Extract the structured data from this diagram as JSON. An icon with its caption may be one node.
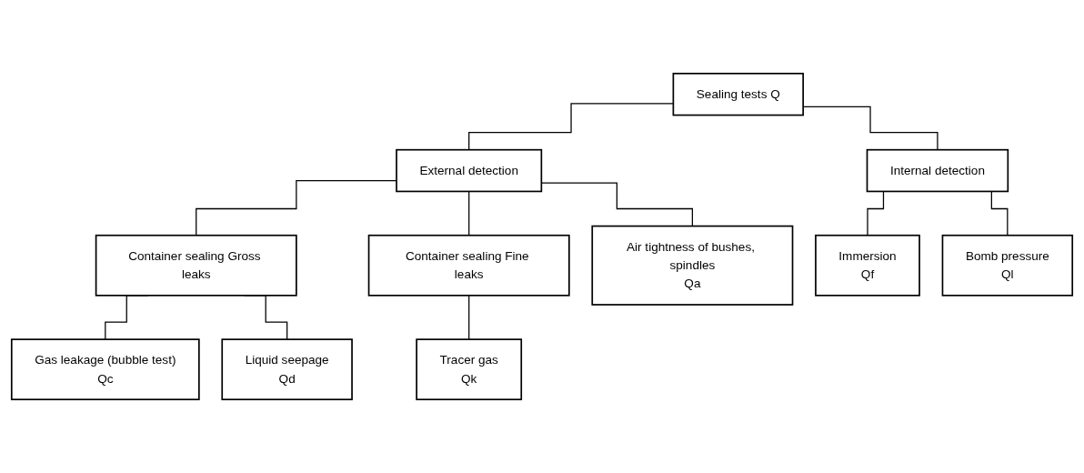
{
  "diagram": {
    "nodes": [
      {
        "text": [
          "Sealing tests Q"
        ]
      },
      {
        "text": [
          "External detection"
        ]
      },
      {
        "text": [
          "Internal detection"
        ]
      },
      {
        "text": [
          "Container sealing Gross leaks"
        ]
      },
      {
        "text": [
          "Container sealing Fine leaks"
        ]
      },
      {
        "text": [
          "Air tightness of bushes, spindles",
          "Qa"
        ]
      },
      {
        "text": [
          "Gas leakage (bubble test)",
          "Qc"
        ]
      },
      {
        "text": [
          "Liquid seepage",
          "Qd"
        ]
      },
      {
        "text": [
          "Tracer gas",
          "Qk"
        ]
      },
      {
        "text": [
          "Immersion",
          "Qf"
        ]
      },
      {
        "text": [
          "Bomb pressure",
          "Ql"
        ]
      }
    ],
    "edges": [
      {
        "from": 0,
        "to": 1,
        "arrow": "none"
      },
      {
        "from": 0,
        "to": 2,
        "arrow": "none"
      },
      {
        "from": 1,
        "to": 5,
        "arrow": "none"
      },
      {
        "from": 1,
        "to": 3,
        "arrow": "none"
      },
      {
        "from": 1,
        "to": 4,
        "arrow": "none"
      },
      {
        "from": 3,
        "to": 6,
        "arrow": "none"
      },
      {
        "from": 3,
        "to": 7,
        "arrow": "none"
      },
      {
        "from": 4,
        "to": 8,
        "arrow": "none"
      },
      {
        "from": 2,
        "to": 9,
        "arrow": "none"
      },
      {
        "from": 2,
        "to": 10,
        "arrow": "none"
      }
    ]
  }
}
